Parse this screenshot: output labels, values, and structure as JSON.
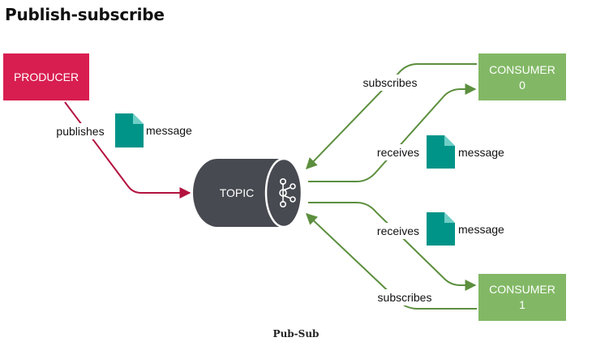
{
  "title": "Publish-subscribe",
  "caption": "Pub-Sub",
  "colors": {
    "producer": "#d81e50",
    "producer_arrow": "#b3123f",
    "consumer": "#82b865",
    "consumer_arrow": "#5c8f3e",
    "topic": "#474a50",
    "message_icon": "#009489"
  },
  "nodes": {
    "producer": "PRODUCER",
    "topic": "TOPIC",
    "topic_icon": "kafka-icon",
    "consumer0_line1": "CONSUMER",
    "consumer0_line2": "0",
    "consumer1_line1": "CONSUMER",
    "consumer1_line2": "1"
  },
  "edges": {
    "publishes": "publishes",
    "subscribes_0": "subscribes",
    "receives_0": "receives",
    "receives_1": "receives",
    "subscribes_1": "subscribes"
  },
  "messages": {
    "publish": "message",
    "consumer0": "message",
    "consumer1": "message"
  }
}
